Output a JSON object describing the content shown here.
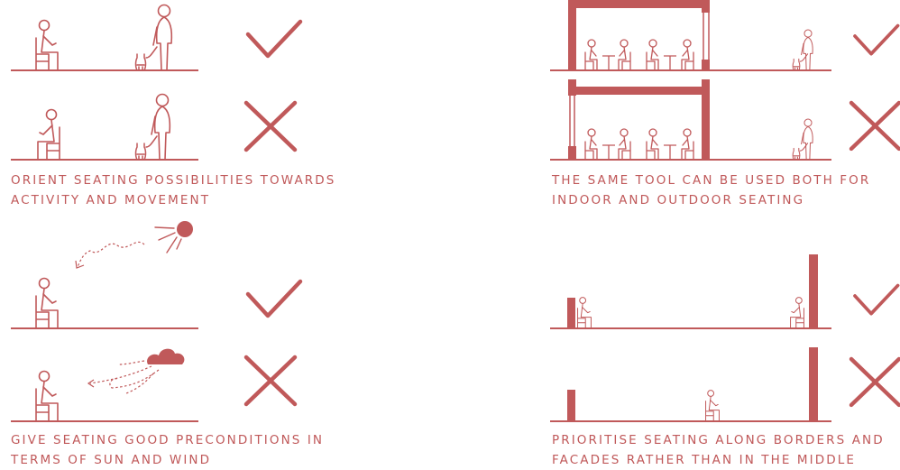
{
  "colors": {
    "accent": "#c0595a"
  },
  "icons": {
    "correct": "checkmark-icon",
    "incorrect": "cross-icon",
    "sun": "sun-icon",
    "cloud": "cloud-icon"
  },
  "panels": [
    {
      "id": "orient-seating",
      "caption": "ORIENT SEATING POSSIBILITIES TOWARDS\nACTIVITY AND MOVEMENT",
      "good_verdict": "correct",
      "bad_verdict": "incorrect"
    },
    {
      "id": "indoor-outdoor",
      "caption": "THE SAME TOOL CAN BE USED BOTH FOR\nINDOOR AND OUTDOOR SEATING",
      "good_verdict": "correct",
      "bad_verdict": "incorrect"
    },
    {
      "id": "sun-and-wind",
      "caption": "GIVE SEATING GOOD PRECONDITIONS IN\nTERMS OF SUN AND WIND",
      "good_verdict": "correct",
      "bad_verdict": "incorrect"
    },
    {
      "id": "borders-facades",
      "caption": "PRIORITISE SEATING ALONG BORDERS AND\nFACADES RATHER THAN IN THE MIDDLE",
      "good_verdict": "correct",
      "bad_verdict": "incorrect"
    }
  ]
}
